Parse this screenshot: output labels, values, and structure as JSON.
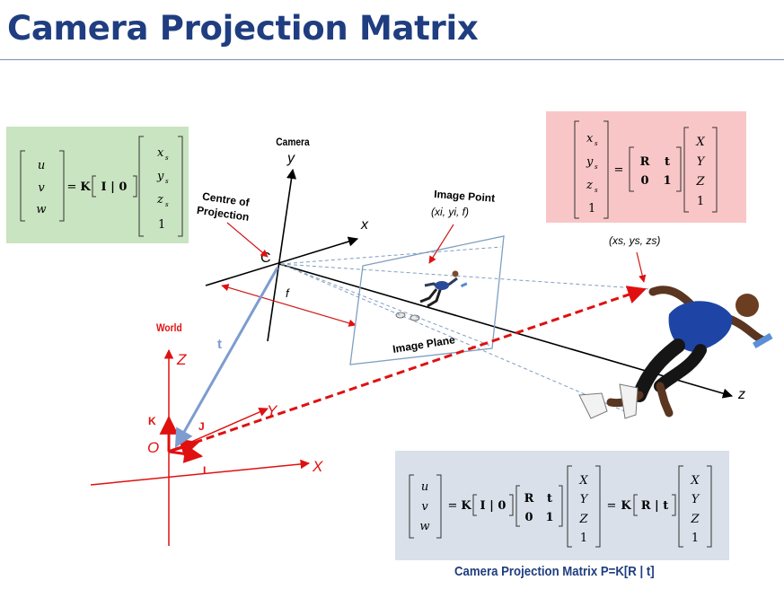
{
  "title": "Camera Projection Matrix",
  "labels": {
    "camera": "Camera",
    "world": "World",
    "centre_line1": "Centre of",
    "centre_line2": "Projection",
    "image_point_line1": "Image Point",
    "image_point_coords": "(xi, yi, f)",
    "image_plane": "Image Plane",
    "scene_point": "(xs, ys, zs)",
    "centre_C": "C",
    "focal_f": "f",
    "translation_t": "t"
  },
  "camera_axes": {
    "x": "x",
    "y": "y",
    "z": "z"
  },
  "world_axes": {
    "X": "X",
    "Y": "Y",
    "Z": "Z",
    "origin": "O",
    "I": "I",
    "J": "J",
    "K": "K"
  },
  "eq_green": {
    "lhs": [
      "u",
      "v",
      "w"
    ],
    "eq": "=",
    "K": "K",
    "I0": "I | 0",
    "rhs": [
      "x",
      "y",
      "z",
      "1"
    ],
    "sub": "s"
  },
  "eq_pink": {
    "lhs": [
      "x",
      "y",
      "z",
      "1"
    ],
    "sub": "s",
    "eq": "=",
    "Rt_row1": [
      "R",
      "t"
    ],
    "Rt_row2": [
      "0",
      "1"
    ],
    "rhs": [
      "X",
      "Y",
      "Z",
      "1"
    ]
  },
  "eq_blue": {
    "lhs": [
      "u",
      "v",
      "w"
    ],
    "eq1": "=",
    "K": "K",
    "I0": "I | 0",
    "Rt_row1": [
      "R",
      "t"
    ],
    "Rt_row2": [
      "0",
      "1"
    ],
    "rhs1": [
      "X",
      "Y",
      "Z",
      "1"
    ],
    "eq2": "=",
    "K2": "K",
    "Rt": "R | t",
    "rhs2": [
      "X",
      "Y",
      "Z",
      "1"
    ]
  },
  "caption": "Camera Projection Matrix P=K[R | t]",
  "colors": {
    "title": "#1f3d80",
    "green_box": "#c9e4c0",
    "pink_box": "#f8c6c6",
    "blue_box": "#d9e0ea",
    "world_red": "#e01010",
    "translation_blue": "#7d9ccf",
    "plane_border": "#7f9fbf"
  }
}
